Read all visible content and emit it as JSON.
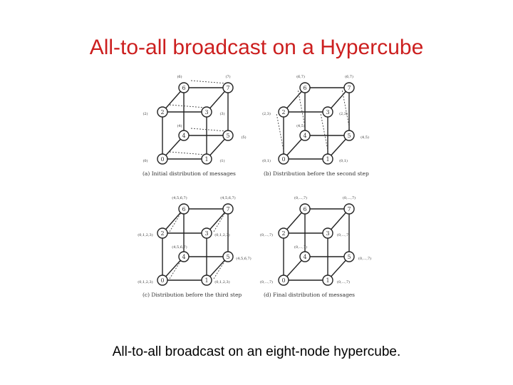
{
  "title": "All-to-all broadcast on a Hypercube",
  "caption": "All-to-all broadcast on an eight-node hypercube.",
  "panels": [
    {
      "id": "a",
      "label": "(a)  Initial distribution of messages",
      "messages": [
        "(0)",
        "(1)",
        "(2)",
        "(3)",
        "(4)",
        "(5)",
        "(6)",
        "(7)"
      ]
    },
    {
      "id": "b",
      "label": "(b)  Distribution before the second step",
      "messages": [
        "(0,1)",
        "(0,1)",
        "(2,3)",
        "(2,3)",
        "(4,5)",
        "(4,5)",
        "(6,7)",
        "(6,7)"
      ]
    },
    {
      "id": "c",
      "label": "(c)  Distribution before the third step",
      "messages": [
        "(0,1,2,3)",
        "(0,1,2,3)",
        "(0,1,2,3)",
        "(0,1,2,3)",
        "(4,5,6,7)",
        "(4,5,6,7)",
        "(4,5,6,7)",
        "(4,5,6,7)"
      ]
    },
    {
      "id": "d",
      "label": "(d)  Final distribution of messages",
      "messages": [
        "(0,...,7)",
        "(0,...,7)",
        "(0,...,7)",
        "(0,...,7)",
        "(0,...,7)",
        "(0,...,7)",
        "(0,...,7)",
        "(0,...,7)"
      ]
    }
  ]
}
